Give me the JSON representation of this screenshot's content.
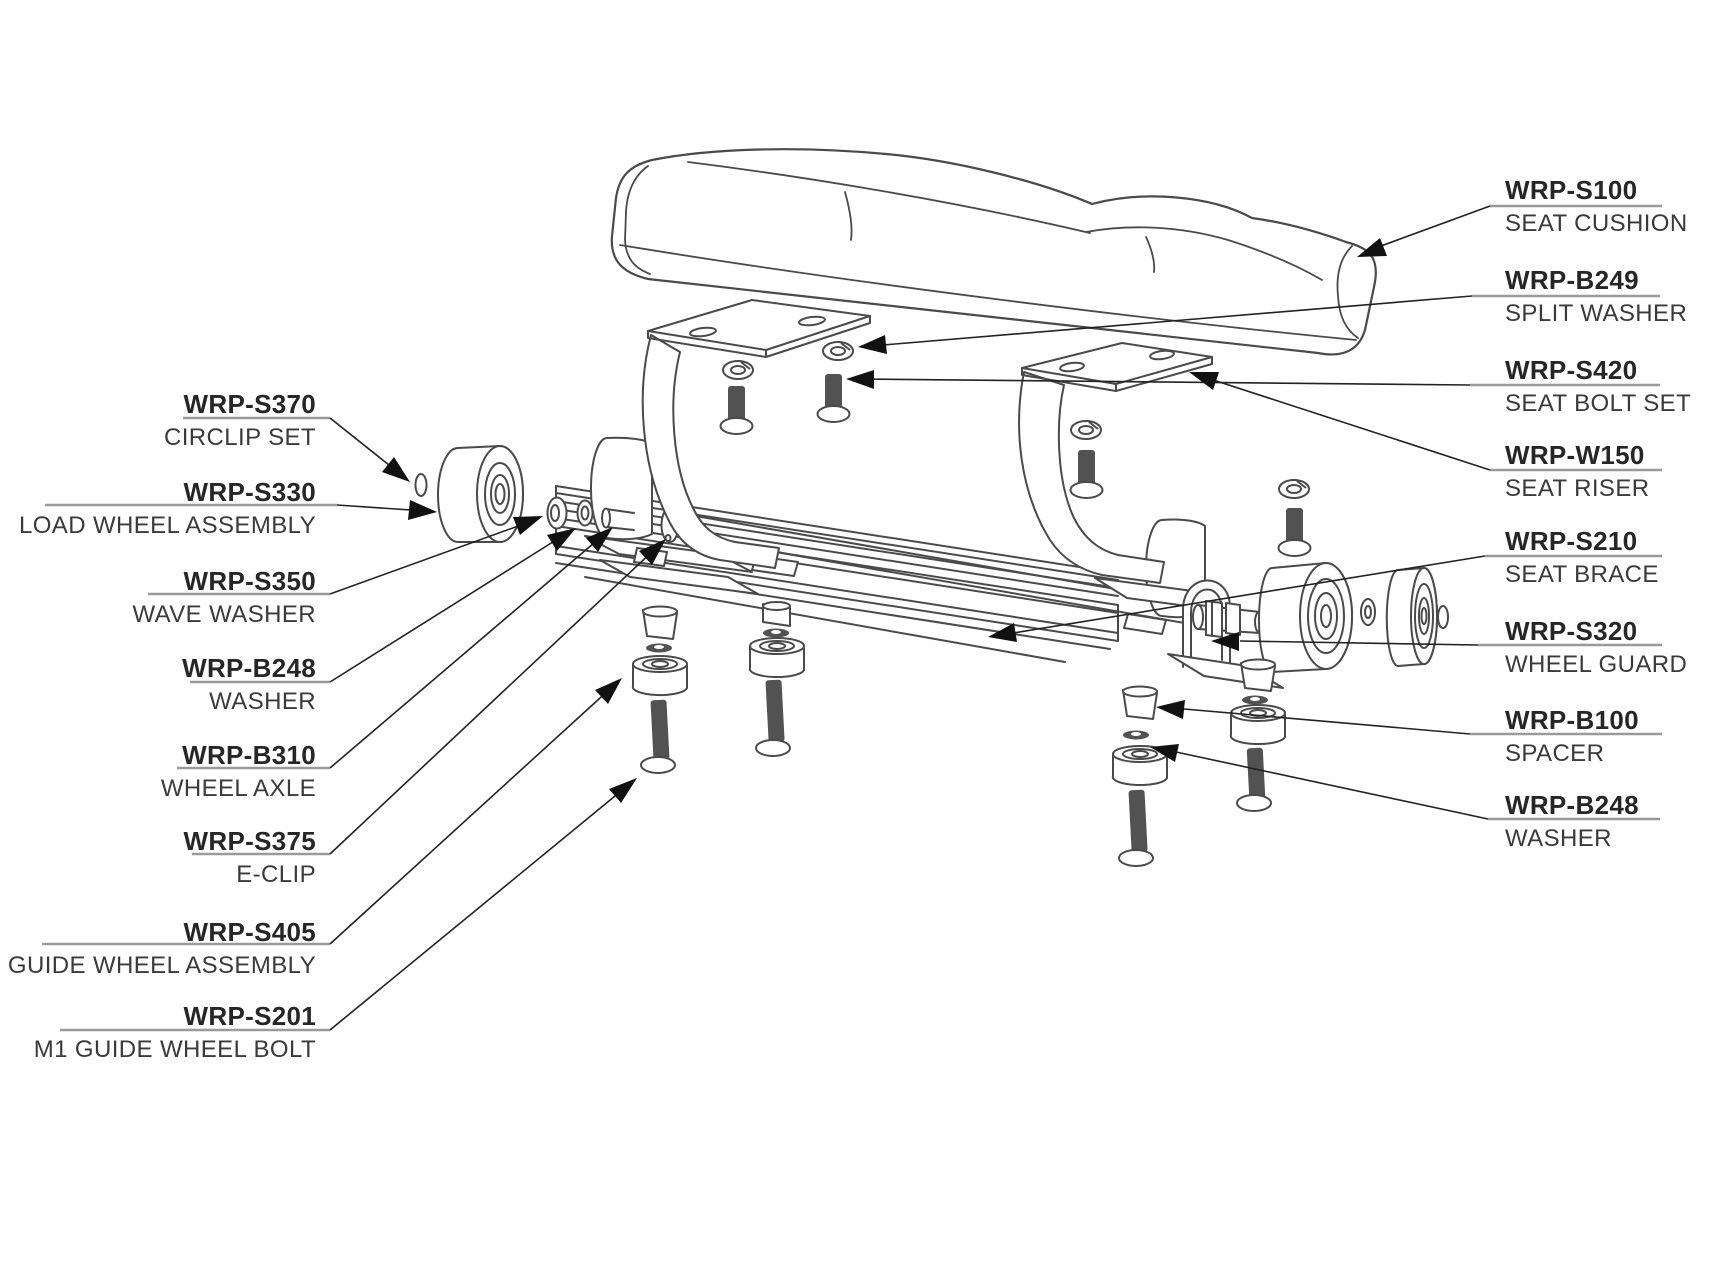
{
  "diagram": {
    "type": "exploded-parts-diagram",
    "labels_left": [
      {
        "part_number": "WRP-S370",
        "part_name": "CIRCLIP SET"
      },
      {
        "part_number": "WRP-S330",
        "part_name": "LOAD WHEEL ASSEMBLY"
      },
      {
        "part_number": "WRP-S350",
        "part_name": "WAVE WASHER"
      },
      {
        "part_number": "WRP-B248",
        "part_name": "WASHER"
      },
      {
        "part_number": "WRP-B310",
        "part_name": "WHEEL AXLE"
      },
      {
        "part_number": "WRP-S375",
        "part_name": "E-CLIP"
      },
      {
        "part_number": "WRP-S405",
        "part_name": "GUIDE WHEEL ASSEMBLY"
      },
      {
        "part_number": "WRP-S201",
        "part_name": "M1 GUIDE WHEEL BOLT"
      }
    ],
    "labels_right": [
      {
        "part_number": "WRP-S100",
        "part_name": "SEAT CUSHION"
      },
      {
        "part_number": "WRP-B249",
        "part_name": "SPLIT WASHER"
      },
      {
        "part_number": "WRP-S420",
        "part_name": "SEAT BOLT SET"
      },
      {
        "part_number": "WRP-W150",
        "part_name": "SEAT RISER"
      },
      {
        "part_number": "WRP-S210",
        "part_name": "SEAT BRACE"
      },
      {
        "part_number": "WRP-S320",
        "part_name": "WHEEL GUARD"
      },
      {
        "part_number": "WRP-B100",
        "part_name": "SPACER"
      },
      {
        "part_number": "WRP-B248",
        "part_name": "WASHER"
      }
    ],
    "colors": {
      "line": "#4a4a4a",
      "dark_part": "#525252",
      "arrow": "#111111",
      "underline": "#9a9a9a",
      "text_primary": "#262626",
      "text_secondary": "#3a3a3a",
      "background": "#ffffff"
    }
  }
}
